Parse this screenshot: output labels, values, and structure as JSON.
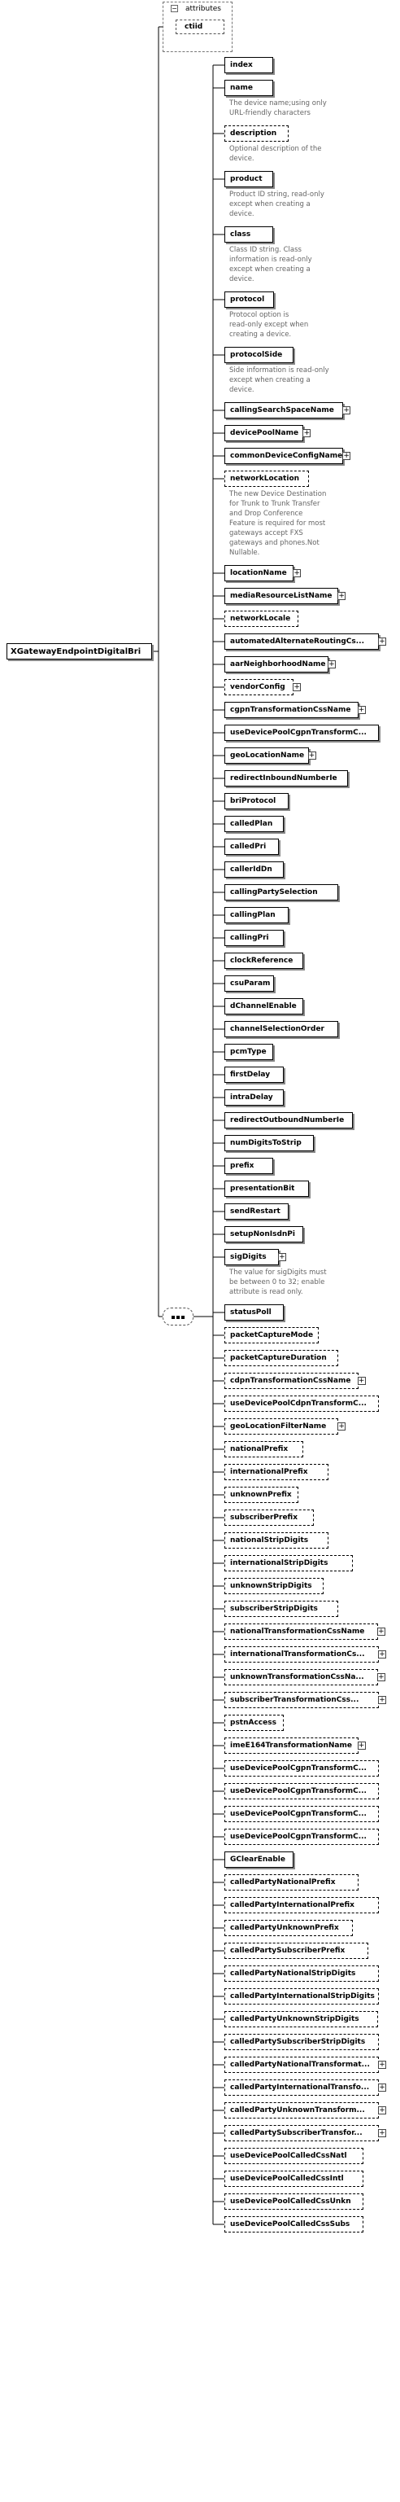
{
  "root": {
    "label": "XGatewayEndpointDigitalBri"
  },
  "attributes": {
    "title": "attributes",
    "toggle": "−",
    "items": [
      {
        "label": "ctiid"
      }
    ]
  },
  "sequence": {
    "label": "····"
  },
  "elements": [
    {
      "label": "index",
      "optional": false,
      "expand": false,
      "desc": ""
    },
    {
      "label": "name",
      "optional": false,
      "expand": false,
      "desc": "The device name;using only\nURL-friendly characters"
    },
    {
      "label": "description",
      "optional": true,
      "expand": false,
      "desc": "Optional description of the\ndevice."
    },
    {
      "label": "product",
      "optional": false,
      "expand": false,
      "desc": "Product ID string, read-only\nexcept when creating a\ndevice."
    },
    {
      "label": "class",
      "optional": false,
      "expand": false,
      "desc": "Class ID string. Class\ninformation is read-only\nexcept when creating a\ndevice."
    },
    {
      "label": "protocol",
      "optional": false,
      "expand": false,
      "desc": "Protocol option is\nread-only except when\ncreating a device."
    },
    {
      "label": "protocolSide",
      "optional": false,
      "expand": false,
      "desc": "Side information is read-only\nexcept when creating a\ndevice."
    },
    {
      "label": "callingSearchSpaceName",
      "optional": false,
      "expand": true,
      "desc": ""
    },
    {
      "label": "devicePoolName",
      "optional": false,
      "expand": true,
      "desc": ""
    },
    {
      "label": "commonDeviceConfigName",
      "optional": false,
      "expand": true,
      "desc": ""
    },
    {
      "label": "networkLocation",
      "optional": true,
      "expand": false,
      "desc": "The new Device Destination\nfor Trunk to Trunk Transfer\nand Drop Conference\nFeature is required for most\ngateways accept FXS\ngateways and phones.Not\nNullable."
    },
    {
      "label": "locationName",
      "optional": false,
      "expand": true,
      "desc": ""
    },
    {
      "label": "mediaResourceListName",
      "optional": false,
      "expand": true,
      "desc": ""
    },
    {
      "label": "networkLocale",
      "optional": true,
      "expand": false,
      "desc": ""
    },
    {
      "label": "automatedAlternateRoutingCs...",
      "optional": false,
      "expand": true,
      "desc": ""
    },
    {
      "label": "aarNeighborhoodName",
      "optional": false,
      "expand": true,
      "desc": ""
    },
    {
      "label": "vendorConfig",
      "optional": true,
      "expand": true,
      "desc": ""
    },
    {
      "label": "cgpnTransformationCssName",
      "optional": false,
      "expand": true,
      "desc": ""
    },
    {
      "label": "useDevicePoolCgpnTransformC...",
      "optional": false,
      "expand": false,
      "desc": ""
    },
    {
      "label": "geoLocationName",
      "optional": false,
      "expand": true,
      "desc": ""
    },
    {
      "label": "redirectInboundNumberIe",
      "optional": false,
      "expand": false,
      "desc": ""
    },
    {
      "label": "briProtocol",
      "optional": false,
      "expand": false,
      "desc": ""
    },
    {
      "label": "calledPlan",
      "optional": false,
      "expand": false,
      "desc": ""
    },
    {
      "label": "calledPri",
      "optional": false,
      "expand": false,
      "desc": ""
    },
    {
      "label": "callerIdDn",
      "optional": false,
      "expand": false,
      "desc": ""
    },
    {
      "label": "callingPartySelection",
      "optional": false,
      "expand": false,
      "desc": ""
    },
    {
      "label": "callingPlan",
      "optional": false,
      "expand": false,
      "desc": ""
    },
    {
      "label": "callingPri",
      "optional": false,
      "expand": false,
      "desc": ""
    },
    {
      "label": "clockReference",
      "optional": false,
      "expand": false,
      "desc": ""
    },
    {
      "label": "csuParam",
      "optional": false,
      "expand": false,
      "desc": ""
    },
    {
      "label": "dChannelEnable",
      "optional": false,
      "expand": false,
      "desc": ""
    },
    {
      "label": "channelSelectionOrder",
      "optional": false,
      "expand": false,
      "desc": ""
    },
    {
      "label": "pcmType",
      "optional": false,
      "expand": false,
      "desc": ""
    },
    {
      "label": "firstDelay",
      "optional": false,
      "expand": false,
      "desc": ""
    },
    {
      "label": "intraDelay",
      "optional": false,
      "expand": false,
      "desc": ""
    },
    {
      "label": "redirectOutboundNumberIe",
      "optional": false,
      "expand": false,
      "desc": ""
    },
    {
      "label": "numDigitsToStrip",
      "optional": false,
      "expand": false,
      "desc": ""
    },
    {
      "label": "prefix",
      "optional": false,
      "expand": false,
      "desc": ""
    },
    {
      "label": "presentationBit",
      "optional": false,
      "expand": false,
      "desc": ""
    },
    {
      "label": "sendRestart",
      "optional": false,
      "expand": false,
      "desc": ""
    },
    {
      "label": "setupNonIsdnPi",
      "optional": false,
      "expand": false,
      "desc": ""
    },
    {
      "label": "sigDigits",
      "optional": false,
      "expand": true,
      "desc": "The value for sigDigits must\nbe between 0 to 32; enable\nattribute is read only."
    },
    {
      "label": "statusPoll",
      "optional": false,
      "expand": false,
      "desc": ""
    },
    {
      "label": "packetCaptureMode",
      "optional": true,
      "expand": false,
      "desc": ""
    },
    {
      "label": "packetCaptureDuration",
      "optional": true,
      "expand": false,
      "desc": ""
    },
    {
      "label": "cdpnTransformationCssName",
      "optional": true,
      "expand": true,
      "desc": ""
    },
    {
      "label": "useDevicePoolCdpnTransformC...",
      "optional": true,
      "expand": false,
      "desc": ""
    },
    {
      "label": "geoLocationFilterName",
      "optional": true,
      "expand": true,
      "desc": ""
    },
    {
      "label": "nationalPrefix",
      "optional": true,
      "expand": false,
      "desc": ""
    },
    {
      "label": "internationalPrefix",
      "optional": true,
      "expand": false,
      "desc": ""
    },
    {
      "label": "unknownPrefix",
      "optional": true,
      "expand": false,
      "desc": ""
    },
    {
      "label": "subscriberPrefix",
      "optional": true,
      "expand": false,
      "desc": ""
    },
    {
      "label": "nationalStripDigits",
      "optional": true,
      "expand": false,
      "desc": ""
    },
    {
      "label": "internationalStripDigits",
      "optional": true,
      "expand": false,
      "desc": ""
    },
    {
      "label": "unknownStripDigits",
      "optional": true,
      "expand": false,
      "desc": ""
    },
    {
      "label": "subscriberStripDigits",
      "optional": true,
      "expand": false,
      "desc": ""
    },
    {
      "label": "nationalTransformationCssName",
      "optional": true,
      "expand": true,
      "desc": ""
    },
    {
      "label": "internationalTransformationCs...",
      "optional": true,
      "expand": true,
      "desc": ""
    },
    {
      "label": "unknownTransformationCssNa...",
      "optional": true,
      "expand": true,
      "desc": ""
    },
    {
      "label": "subscriberTransformationCss...",
      "optional": true,
      "expand": true,
      "desc": ""
    },
    {
      "label": "pstnAccess",
      "optional": true,
      "expand": false,
      "desc": ""
    },
    {
      "label": "imeE164TransformationName",
      "optional": true,
      "expand": true,
      "desc": ""
    },
    {
      "label": "useDevicePoolCgpnTransformC...",
      "optional": true,
      "expand": false,
      "desc": ""
    },
    {
      "label": "useDevicePoolCgpnTransformC...",
      "optional": true,
      "expand": false,
      "desc": ""
    },
    {
      "label": "useDevicePoolCgpnTransformC...",
      "optional": true,
      "expand": false,
      "desc": ""
    },
    {
      "label": "useDevicePoolCgpnTransformC...",
      "optional": true,
      "expand": false,
      "desc": ""
    },
    {
      "label": "GClearEnable",
      "optional": false,
      "expand": false,
      "desc": ""
    },
    {
      "label": "calledPartyNationalPrefix",
      "optional": true,
      "expand": false,
      "desc": ""
    },
    {
      "label": "calledPartyInternationalPrefix",
      "optional": true,
      "expand": false,
      "desc": ""
    },
    {
      "label": "calledPartyUnknownPrefix",
      "optional": true,
      "expand": false,
      "desc": ""
    },
    {
      "label": "calledPartySubscriberPrefix",
      "optional": true,
      "expand": false,
      "desc": ""
    },
    {
      "label": "calledPartyNationalStripDigits",
      "optional": true,
      "expand": false,
      "desc": ""
    },
    {
      "label": "calledPartyInternationalStripDigits",
      "optional": true,
      "expand": false,
      "desc": ""
    },
    {
      "label": "calledPartyUnknownStripDigits",
      "optional": true,
      "expand": false,
      "desc": ""
    },
    {
      "label": "calledPartySubscriberStripDigits",
      "optional": true,
      "expand": false,
      "desc": ""
    },
    {
      "label": "calledPartyNationalTransformat...",
      "optional": true,
      "expand": true,
      "desc": ""
    },
    {
      "label": "calledPartyInternationalTransfo...",
      "optional": true,
      "expand": true,
      "desc": ""
    },
    {
      "label": "calledPartyUnknownTransform...",
      "optional": true,
      "expand": true,
      "desc": ""
    },
    {
      "label": "calledPartySubscriberTransfor...",
      "optional": true,
      "expand": true,
      "desc": ""
    },
    {
      "label": "useDevicePoolCalledCssNatl",
      "optional": true,
      "expand": false,
      "desc": ""
    },
    {
      "label": "useDevicePoolCalledCssIntl",
      "optional": true,
      "expand": false,
      "desc": ""
    },
    {
      "label": "useDevicePoolCalledCssUnkn",
      "optional": true,
      "expand": false,
      "desc": ""
    },
    {
      "label": "useDevicePoolCalledCssSubs",
      "optional": true,
      "expand": false,
      "desc": ""
    }
  ]
}
